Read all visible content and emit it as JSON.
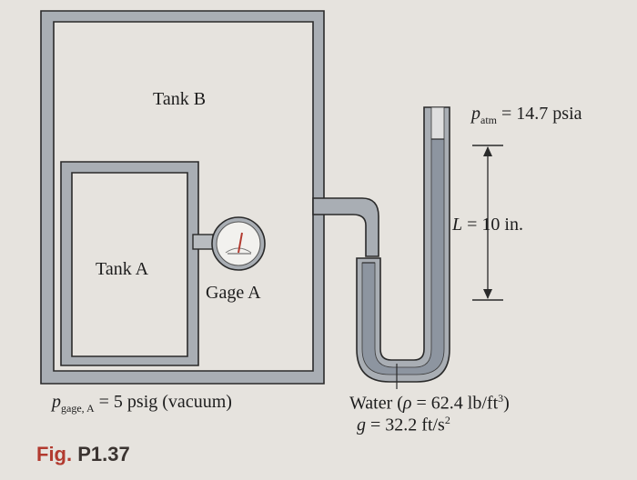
{
  "labels": {
    "tank_b": "Tank B",
    "tank_a": "Tank A",
    "gage_a": "Gage A",
    "p_atm_symbol": "p",
    "p_atm_sub": "atm",
    "p_atm_value": " = 14.7 psia",
    "length_symbol": "L",
    "length_value": " = 10 in.",
    "p_gage_symbol": "p",
    "p_gage_sub": "gage, A",
    "p_gage_value": " = 5 psig (vacuum)",
    "water_text": "Water (",
    "rho_symbol": "ρ",
    "rho_value": " = 62.4 lb/ft",
    "rho_exp": "3",
    "water_close": ")",
    "g_symbol": "g",
    "g_value": " = 32.2 ft/s",
    "g_exp": "2"
  },
  "caption": {
    "prefix": "Fig. ",
    "number": "P1.37"
  },
  "colors": {
    "wall_fill": "#a9aeb4",
    "wall_stroke": "#2a2a2a",
    "water": "#8d95a0",
    "tube_inner": "#dfdfdf",
    "caption_red": "#b23a2f"
  }
}
